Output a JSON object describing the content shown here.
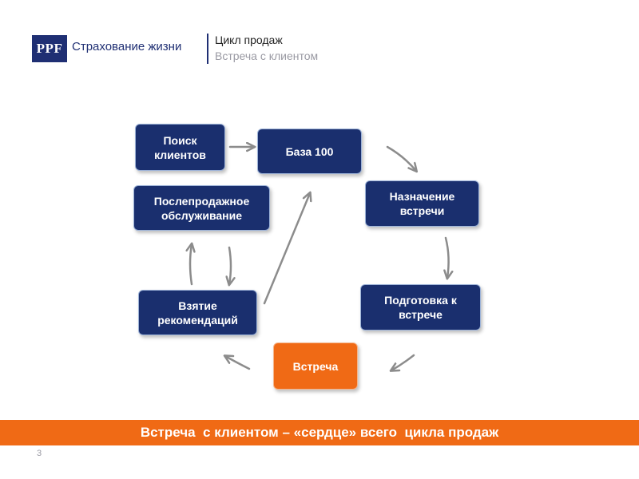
{
  "header": {
    "logo_text": "PPF",
    "brand": "Страхование жизни",
    "title": "Цикл продаж",
    "subtitle": "Встреча с клиентом"
  },
  "diagram": {
    "nodes": {
      "search": "Поиск клиентов",
      "base100": "База 100",
      "appointment": "Назначение встречи",
      "preparation": "Подготовка к встрече",
      "meeting": "Встреча",
      "referrals": "Взятие рекомендаций",
      "aftersales": "Послепродажное обслуживание"
    },
    "colors": {
      "node_blue": "#1a2f6e",
      "node_highlight": "#f06a15",
      "arrow": "#8c8c8c"
    }
  },
  "footer": {
    "banner": "Встреча  с клиентом – «сердце» всего  цикла продаж",
    "page_number": "3"
  }
}
